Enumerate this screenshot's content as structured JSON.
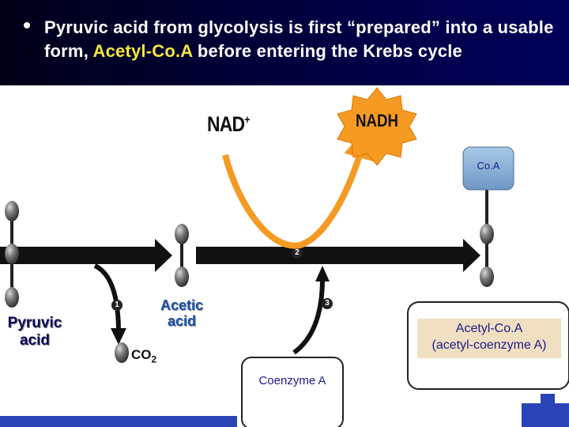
{
  "header": {
    "title_part1": "Pyruvic acid from glycolysis is first “prepared” into a usable form, ",
    "title_highlight": "Acetyl-Co.A",
    "title_part2": " before entering the Krebs cycle"
  },
  "diagram": {
    "nad": "NAD",
    "nad_sup": "+",
    "nadh": "NADH",
    "coa": "Co.A",
    "pyruvic": "Pyruvic acid",
    "acetic": "Acetic acid",
    "co2": "CO",
    "co2_sub": "2",
    "coenzyme_a": "Coenzyme A",
    "acetyl_coa_line1": "Acetyl-Co.A",
    "acetyl_coa_line2": "(acetyl-coenzyme A)",
    "steps": [
      "1",
      "2",
      "3"
    ]
  },
  "colors": {
    "header_bg": "#00003a",
    "highlight": "#f5e640",
    "orange": "#f59a23",
    "arrow": "#111111",
    "coa_box": "#8ab2d8",
    "acetyl_box_fill": "#f0dfc0"
  }
}
